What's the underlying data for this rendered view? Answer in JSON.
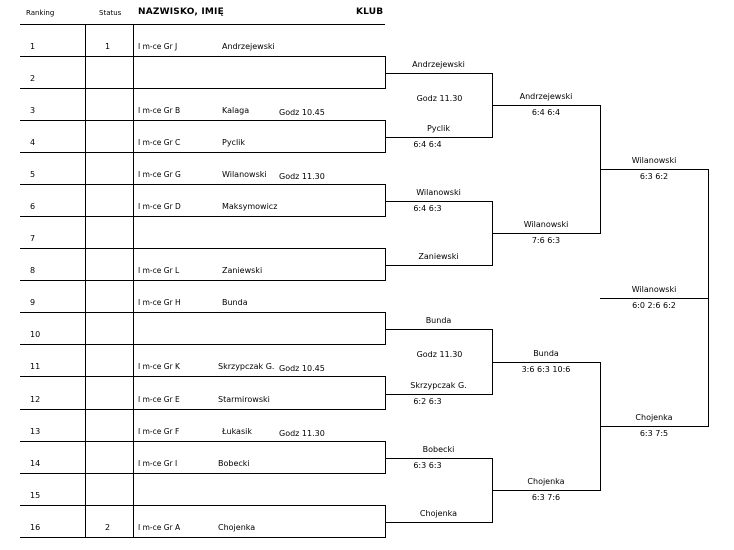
{
  "headers": {
    "ranking": "Ranking",
    "status": "Status",
    "name": "NAZWISKO, IMIĘ",
    "club": "KLUB"
  },
  "rows": [
    {
      "rank": "1",
      "status": "1",
      "group": "I m-ce Gr J",
      "name": "Andrzejewski"
    },
    {
      "rank": "2",
      "status": "",
      "group": "",
      "name": ""
    },
    {
      "rank": "3",
      "status": "",
      "group": "I m-ce Gr B",
      "name": "Kalaga"
    },
    {
      "rank": "4",
      "status": "",
      "group": "I m-ce Gr C",
      "name": "Pyclik"
    },
    {
      "rank": "5",
      "status": "",
      "group": "I m-ce Gr G",
      "name": "Wilanowski"
    },
    {
      "rank": "6",
      "status": "",
      "group": "I m-ce Gr D",
      "name": "Maksymowicz"
    },
    {
      "rank": "7",
      "status": "",
      "group": "",
      "name": ""
    },
    {
      "rank": "8",
      "status": "",
      "group": "I m-ce Gr L",
      "name": "Zaniewski"
    },
    {
      "rank": "9",
      "status": "",
      "group": "I m-ce Gr H",
      "name": "Bunda"
    },
    {
      "rank": "10",
      "status": "",
      "group": "",
      "name": ""
    },
    {
      "rank": "11",
      "status": "",
      "group": "I m-ce Gr K",
      "name": "Skrzypczak G."
    },
    {
      "rank": "12",
      "status": "",
      "group": "I m-ce Gr E",
      "name": "Starmirowski"
    },
    {
      "rank": "13",
      "status": "",
      "group": "I m-ce Gr F",
      "name": "Łukasik"
    },
    {
      "rank": "14",
      "status": "",
      "group": "I m-ce Gr I",
      "name": "Bobecki"
    },
    {
      "rank": "15",
      "status": "",
      "group": "",
      "name": ""
    },
    {
      "rank": "16",
      "status": "2",
      "group": "I m-ce Gr A",
      "name": "Chojenka"
    }
  ],
  "first_round_times": [
    "Godz 10.45",
    "Godz 11.30",
    "Godz 10.45",
    "Godz 11.30"
  ],
  "round1": [
    {
      "winner": "Andrzejewski",
      "score": ""
    },
    {
      "winner": "Pyclik",
      "score": "6:4   6:4"
    },
    {
      "winner": "Wilanowski",
      "score": "6:4   6:3"
    },
    {
      "winner": "Zaniewski",
      "score": ""
    },
    {
      "winner": "Bunda",
      "score": ""
    },
    {
      "winner": "Skrzypczak G.",
      "score": "6:2   6:3"
    },
    {
      "winner": "Bobecki",
      "score": "6:3   6:3"
    },
    {
      "winner": "Chojenka",
      "score": ""
    }
  ],
  "second_round_times": [
    "Godz 11.30",
    "Godz 11.30"
  ],
  "quarterfinals": [
    {
      "winner": "Andrzejewski",
      "score": "6:4   6:4"
    },
    {
      "winner": "Wilanowski",
      "score": "7:6   6:3"
    },
    {
      "winner": "Bunda",
      "score": "3:6  6:3  10:6"
    },
    {
      "winner": "Chojenka",
      "score": "6:3   7:6"
    }
  ],
  "semifinals": [
    {
      "winner": "Wilanowski",
      "score": "6:3   6:2"
    },
    {
      "winner": "Chojenka",
      "score": "6:3   7:5"
    }
  ],
  "final": {
    "winner": "Wilanowski",
    "score": "6:0  2:6  6:2"
  }
}
